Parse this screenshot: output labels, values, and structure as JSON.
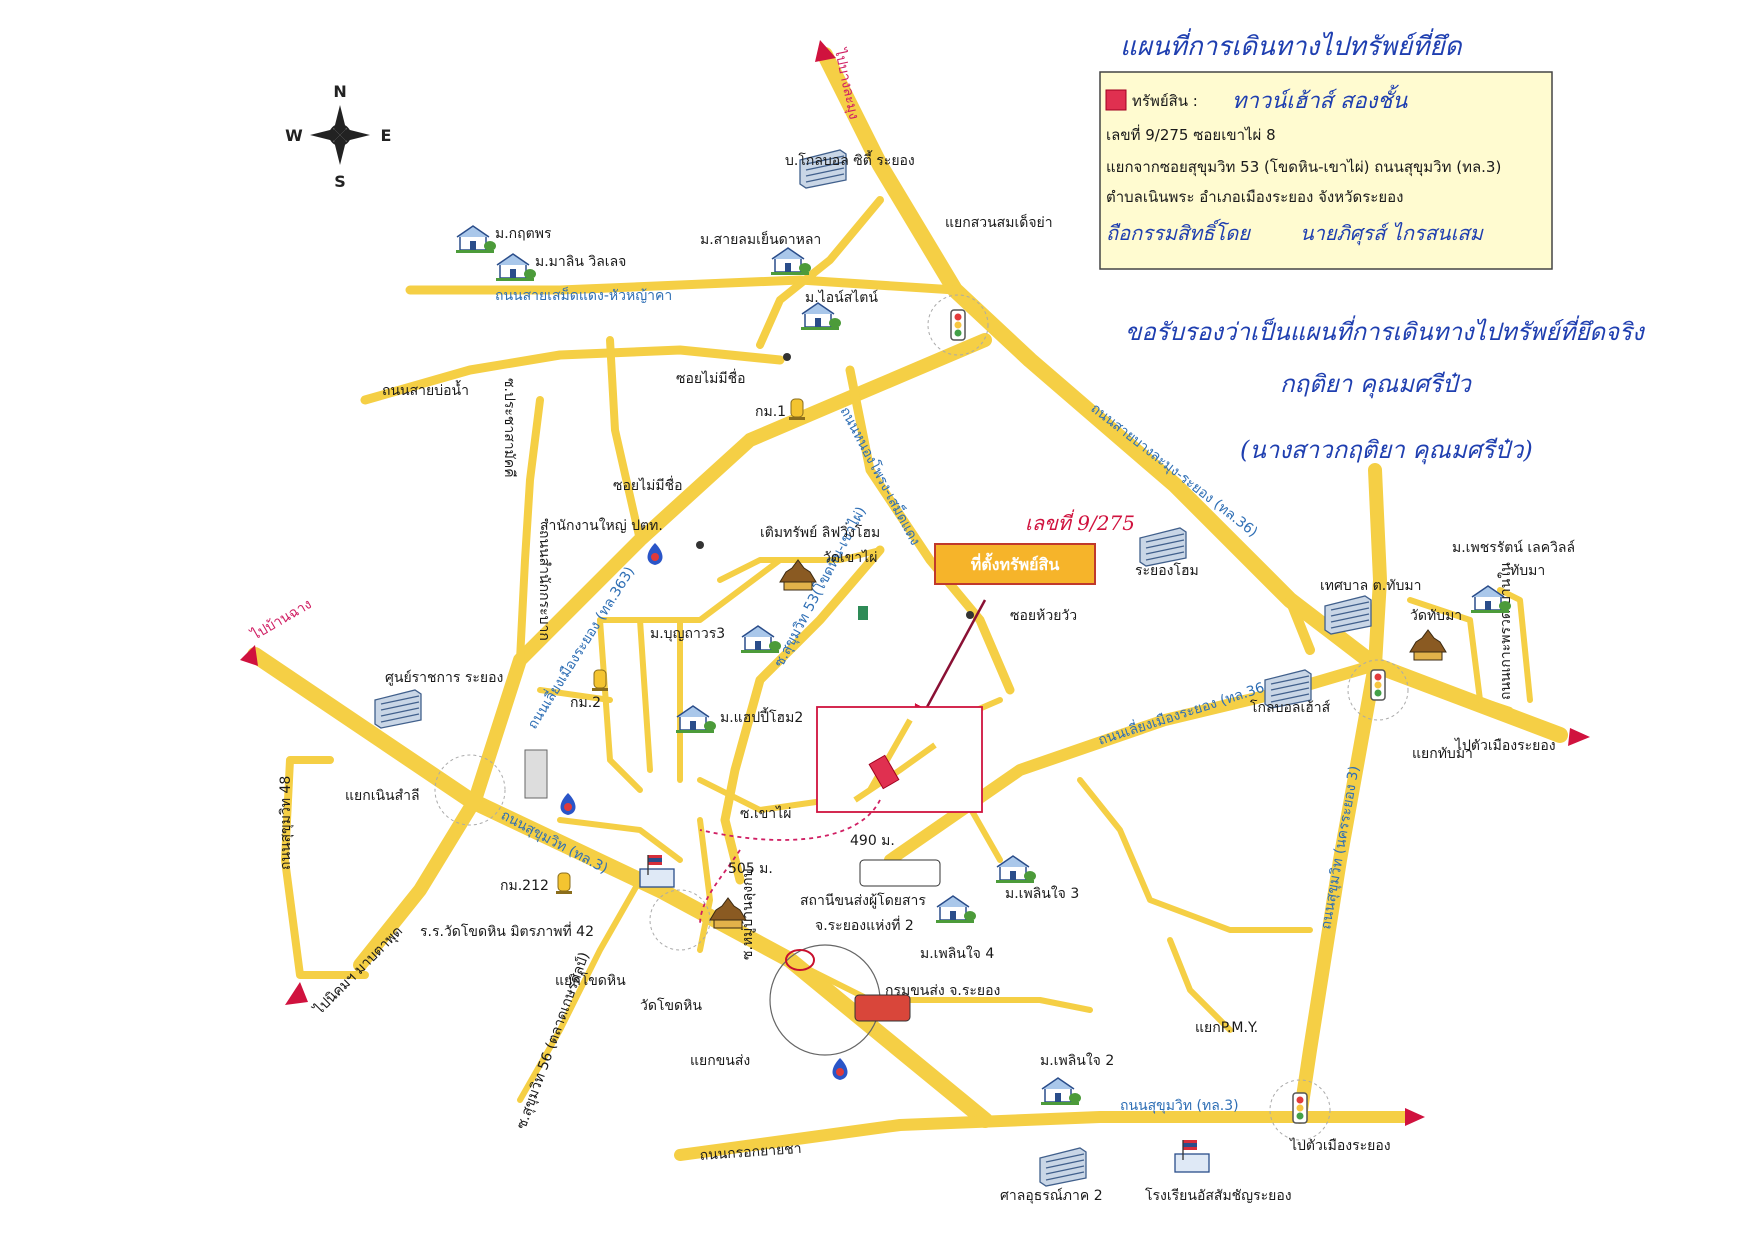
{
  "map": {
    "title_handwritten": "แผนที่การเดินทางไปทรัพย์ที่ยึด",
    "legend": {
      "asset_label": "ทรัพย์สิน :",
      "asset_handwritten": "ทาวน์เฮ้าส์ สองชั้น",
      "line1": "เลขที่ 9/275  ซอยเขาไผ่ 8",
      "line2": "แยกจากซอยสุขุมวิท 53 (โขดหิน-เขาไผ่)  ถนนสุขุมวิท (ทล.3)",
      "line3": "ตำบลเนินพระ  อำเภอเมืองระยอง  จังหวัดระยอง",
      "owner_label_handwritten": "ถือกรรมสิทธิ์โดย",
      "owner_name_handwritten": "นายภิศุรส์ ไกรสนเสม"
    },
    "notes_handwritten": [
      "ขอรับรองว่าเป็นแผนที่การเดินทางไปทรัพย์ที่ยึดจริง",
      "กฤติยา  คุณมศรีป๋ว",
      "(นางสาวกฤติยา  คุณมศรีป๋ว)"
    ],
    "compass": {
      "n": "N",
      "s": "S",
      "e": "E",
      "w": "W"
    },
    "target_label": "ที่ตั้งทรัพย์สิน",
    "target_number_handwritten": "เลขที่ 9/275",
    "distances": {
      "d490": "490 ม.",
      "d505": "505 ม."
    },
    "direction_labels": {
      "to_bang_lamung": "ไปบางละมุง",
      "to_ban_chang": "ไปบ้านฉาง",
      "to_nikhom": "ไปนิคมฯ มาบตาพุด",
      "to_rayong_city_east": "ไปตัวเมืองระยอง",
      "to_rayong_city_south": "ไปตัวเมืองระยอง"
    },
    "roads": {
      "sai_samet": "ถนนสายเสม็ดแดง-หัวหญ้าคา",
      "sai_bo_nam": "ถนนสายบ่อน้ำ",
      "pracha_samakkhi": "ซ.ประชาสามัคคี",
      "nong_phong": "ถนนหนองโพรง-เสม็ดแดง",
      "bang_lamung": "ถนนสายบางละมุง-ระยอง (ทล.36)",
      "bypass_363": "ถนนเลี่ยงเมืองระยอง (ทล.363)",
      "bypass_364": "ถนนเลี่ยงเมืองระยอง (ทล.364)",
      "samnak_kathon": "ถนนสำนักกระบาก",
      "sukhumvit_48": "ถนนสุขุมวิท 48",
      "sukhumvit_tl3": "ถนนสุขุมวิท (ทล.3)",
      "sukhumvit_tl3_south": "ถนนสุขุมวิท (ทล.3)",
      "sukhumvit_city": "ถนนสุขุมวิท (นครระยอง 3)",
      "soi_53": "ซ.สุขุมวิท 53(โขดหิน-เขาไผ่)",
      "krok_yai_cha": "ถนนกรอกยายชา",
      "huay_pong": "ถนนเกาะพรวด-บ้านใน",
      "soi_khao_phai": "ซ.เขาไผ่",
      "soi_56": "ซ.สุขุมวิท 56 (ตลาดเกษรศิลป์)",
      "soi_luang": "ซ.หมู่บ้านลุงกบ"
    },
    "places": {
      "global_city": "บ.โกลบอล ซิตี้ ระยอง",
      "kritsaphon": "ม.กฤตพร",
      "marin_village": "ม.มาลิน วิลเลจ",
      "sai_lom": "ม.สายลมเย็นดาหลา",
      "i_style": "ม.ไอน์สไตน์",
      "soi_no_name_1": "ซอยไม่มีชื่อ",
      "km1": "กม.1",
      "soi_no_name_2": "ซอยไม่มีชื่อ",
      "ptt_office": "สำนักงานใหญ่ ปตท.",
      "toem_sap": "เติมทรัพย์ ลิฟวิ่งโฮม",
      "wat_khao_phai": "วัดเขาไผ่",
      "boonthavorn": "ม.บุญถาวร3",
      "km2": "กม.2",
      "happy_home": "ม.แฮปปี้โฮม2",
      "govt_center": "ศูนย์ราชการ ระยอง",
      "noen_samli": "แยกเนินสำลี",
      "km212": "กม.212",
      "school_khot_hin": "ร.ร.วัดโขดหิน มิตรภาพที่ 42",
      "khot_hin_junction": "แยกโขดหิน",
      "wat_khot_hin": "วัดโขดหิน",
      "khon_song_junction": "แยกขนส่ง",
      "bus_station_1": "สถานีขนส่งผู้โดยสาร",
      "bus_station_2": "จ.ระยองแห่งที่ 2",
      "transport_dept": "กรมขนส่ง จ.ระยอง",
      "phloen_chai_3": "ม.เพลินใจ 3",
      "phloen_chai_4": "ม.เพลินใจ 4",
      "phloen_chai_2": "ม.เพลินใจ 2",
      "court": "ศาลอุธรณ์ภาค 2",
      "assumption": "โรงเรียนอัสสัมชัญระยอง",
      "suan_som": "แยกสวนสมเด็จย่า",
      "rayong_home": "ระยองโฮม",
      "soi_huai_wua": "ซอยห้วยวัว",
      "tap_ma_muni": "เทศบาล ต.ทับมา",
      "wat_tap_ma": "วัดทับมา",
      "petcharat": "ม.เพชรรัตน์ เลควิลล์",
      "petcharat2": "ทับมา",
      "global_house": "โกลบอลเฮ้าส์",
      "tap_ma_junction": "แยกทับมา",
      "pmy_junction": "แยกP.M.Y."
    },
    "colors": {
      "road": "#f5cf45",
      "road_label": "#2f6fb5",
      "target_red": "#d0123e",
      "legend_bg": "#fffbd0"
    }
  }
}
